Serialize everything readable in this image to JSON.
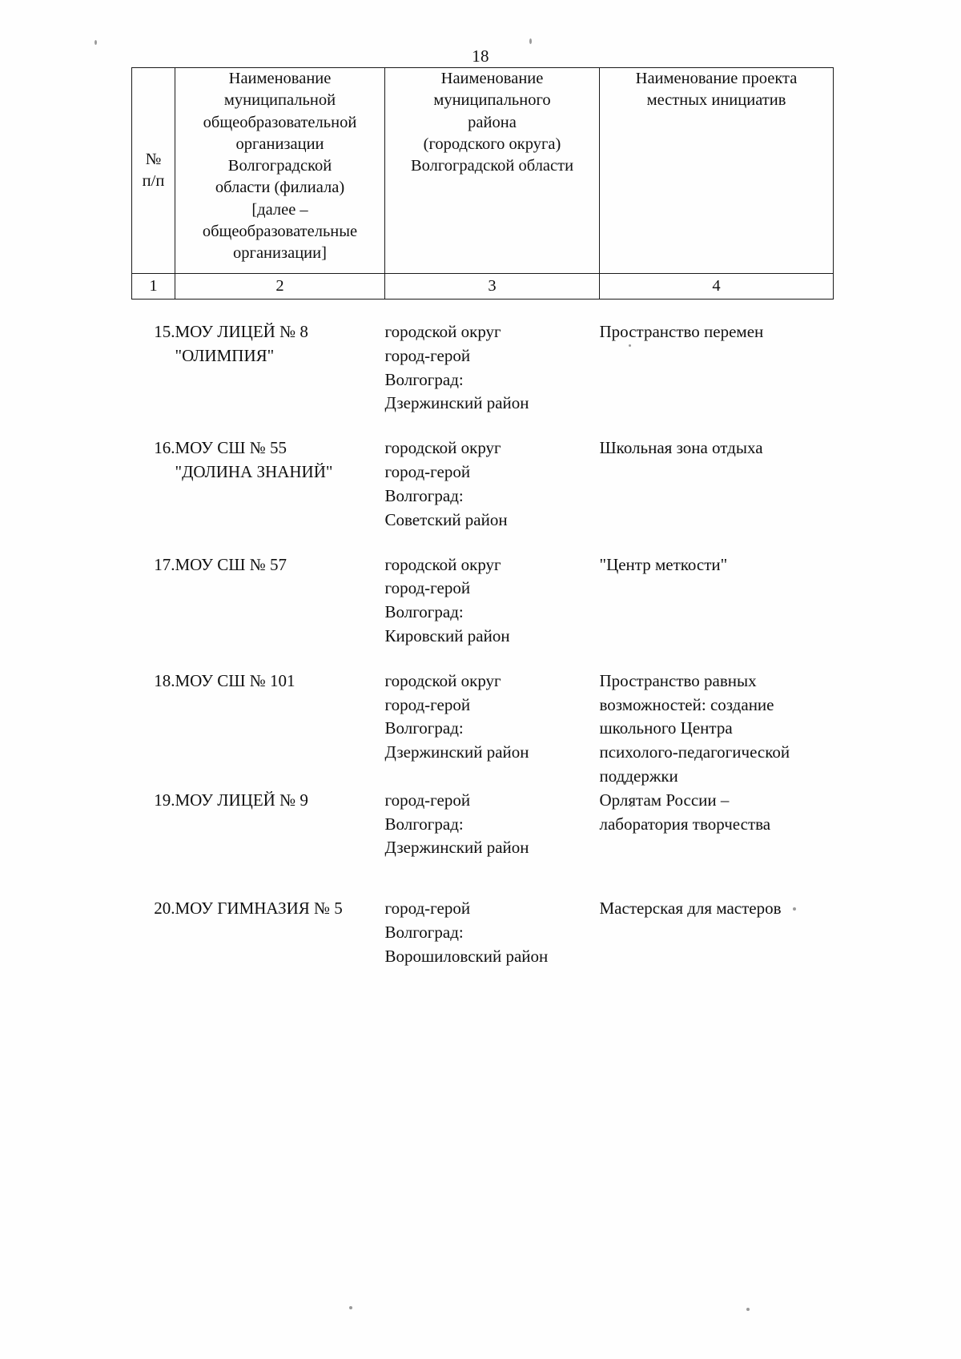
{
  "page": {
    "number": "18"
  },
  "table": {
    "headers": [
      "№\nп/п",
      "Наименование муниципальной общеобразовательной организации Волгоградской области (филиала) [далее – общеобразовательные организации]",
      "Наименование муниципального района (городского округа) Волгоградской области",
      "Наименование проекта местных инициатив"
    ],
    "header_lines": {
      "col1": [
        "№",
        "п/п"
      ],
      "col2": [
        "Наименование",
        "муниципальной",
        "общеобразовательной",
        "организации",
        "Волгоградской",
        "области (филиала)",
        "[далее –",
        "общеобразовательные",
        "организации]"
      ],
      "col3": [
        "Наименование",
        "муниципального",
        "района",
        "(городского округа)",
        "Волгоградской области"
      ],
      "col4": [
        "Наименование проекта",
        "местных инициатив"
      ]
    },
    "column_numbers": [
      "1",
      "2",
      "3",
      "4"
    ],
    "rows": [
      {
        "num": "15.",
        "organization": [
          "МОУ ЛИЦЕЙ № 8",
          "\"ОЛИМПИЯ\""
        ],
        "district": [
          "городской округ",
          "город-герой",
          "Волгоград:",
          "Дзержинский район"
        ],
        "project": [
          "Пространство перемен"
        ]
      },
      {
        "num": "16.",
        "organization": [
          "МОУ СШ № 55",
          "\"ДОЛИНА ЗНАНИЙ\""
        ],
        "district": [
          "городской округ",
          "город-герой",
          "Волгоград:",
          "Советский район"
        ],
        "project": [
          "Школьная зона отдыха"
        ]
      },
      {
        "num": "17.",
        "organization": [
          "МОУ СШ № 57"
        ],
        "district": [
          "городской округ",
          "город-герой",
          "Волгоград:",
          "Кировский район"
        ],
        "project": [
          "\"Центр меткости\""
        ]
      },
      {
        "num": "18.",
        "organization": [
          "МОУ СШ № 101"
        ],
        "district": [
          "городской округ",
          "город-герой",
          "Волгоград:",
          "Дзержинский район"
        ],
        "project": [
          "Пространство равных",
          "возможностей: создание",
          "школьного Центра",
          "психолого-педагогической",
          "поддержки"
        ]
      },
      {
        "num": "19.",
        "organization": [
          "МОУ ЛИЦЕЙ № 9"
        ],
        "district": [
          "город-герой",
          "Волгоград:",
          "Дзержинский район"
        ],
        "project": [
          "Орлятам России –",
          "лаборатория творчества"
        ]
      },
      {
        "num": "20.",
        "organization": [
          "МОУ ГИМНАЗИЯ № 5"
        ],
        "district": [
          "город-герой",
          "Волгоград:",
          "Ворошиловский район"
        ],
        "project": [
          "Мастерская для мастеров"
        ]
      }
    ]
  }
}
